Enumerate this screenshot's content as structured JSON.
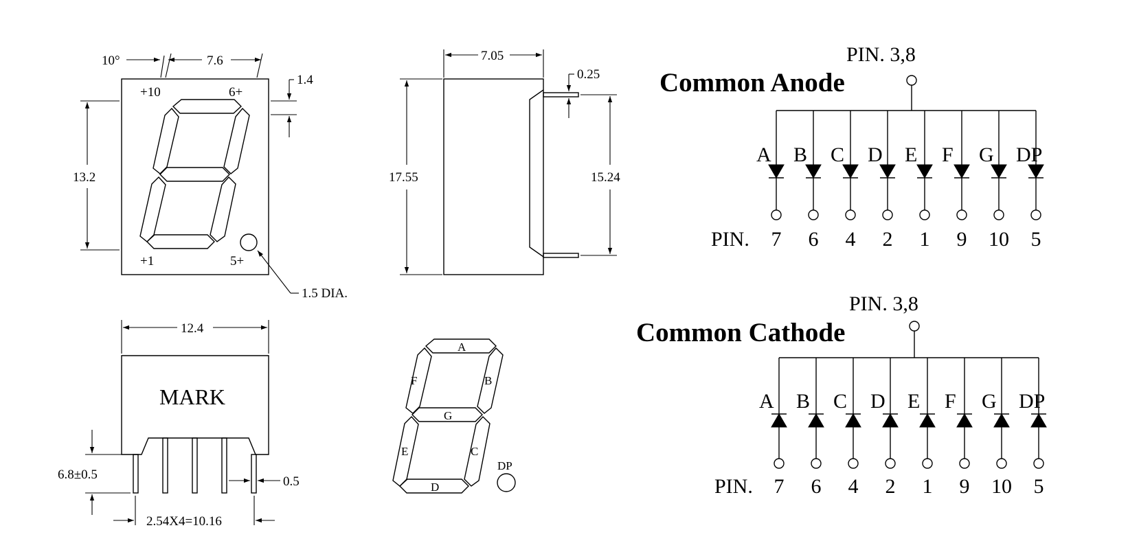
{
  "front_view": {
    "pin_top_left": "+10",
    "pin_top_right": "6+",
    "pin_bottom_left": "+1",
    "pin_bottom_right": "5+",
    "dim_angle": "10°",
    "dim_width": "7.6",
    "dim_digit_height": "13.2",
    "dim_offset": "1.4",
    "dim_dot": "1.5 DIA."
  },
  "side_view": {
    "dim_depth": "7.05",
    "dim_pin_thickness": "0.25",
    "dim_height": "17.55",
    "dim_pin_span": "15.24"
  },
  "bottom_view": {
    "dim_width": "12.4",
    "mark_label": "MARK",
    "dim_pin_length": "6.8±0.5",
    "dim_pin_width": "0.5",
    "dim_pin_pitch": "2.54X4=10.16"
  },
  "segment_map": {
    "segments": [
      "A",
      "B",
      "C",
      "D",
      "E",
      "F",
      "G"
    ],
    "dp": "DP"
  },
  "common_anode": {
    "title": "Common Anode",
    "common_pin": "PIN. 3,8",
    "pin_prefix": "PIN.",
    "segments": [
      "A",
      "B",
      "C",
      "D",
      "E",
      "F",
      "G",
      "DP"
    ],
    "pins": [
      "7",
      "6",
      "4",
      "2",
      "1",
      "9",
      "10",
      "5"
    ]
  },
  "common_cathode": {
    "title": "Common Cathode",
    "common_pin": "PIN. 3,8",
    "pin_prefix": "PIN.",
    "segments": [
      "A",
      "B",
      "C",
      "D",
      "E",
      "F",
      "G",
      "DP"
    ],
    "pins": [
      "7",
      "6",
      "4",
      "2",
      "1",
      "9",
      "10",
      "5"
    ]
  }
}
